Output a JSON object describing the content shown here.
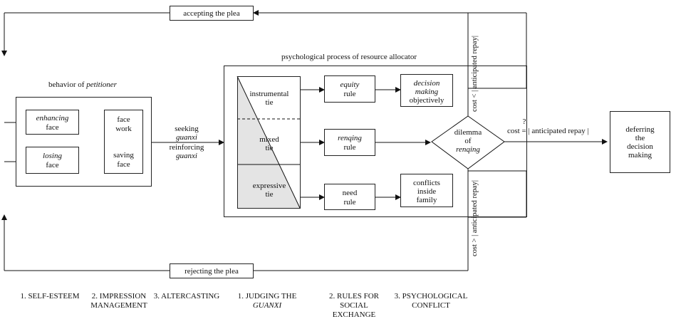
{
  "feedback": {
    "accept_label": "accepting the plea",
    "reject_label": "rejecting the plea"
  },
  "petitioner": {
    "title_prefix": "behavior of ",
    "title_em": "petitioner",
    "enhancing_em": "enhancing",
    "enhancing_rest": "face",
    "losing_em": "losing",
    "losing_rest": "face",
    "face_work_1": "face",
    "face_work_2": "work",
    "saving_face_1": "saving",
    "saving_face_2": "face"
  },
  "guanxi_text": {
    "seeking": "seeking",
    "guanxi_1": "guanxi",
    "reinforcing": "reinforcing",
    "guanxi_2": "guanxi"
  },
  "allocator": {
    "title": "psychological process of resource allocator",
    "tie_instrumental_1": "instrumental",
    "tie_instrumental_2": "tie",
    "tie_mixed_1": "mixed",
    "tie_mixed_2": "tie",
    "tie_expressive_1": "expressive",
    "tie_expressive_2": "tie",
    "equity_em": "equity",
    "equity_rest": "rule",
    "renqing_em": "renqing",
    "renqing_rest": "rule",
    "need_1": "need",
    "need_2": "rule",
    "decision_em_1": "decision",
    "decision_em_2": "making",
    "decision_rest": "objectively",
    "conflicts_1": "conflicts",
    "conflicts_2": "inside",
    "conflicts_3": "family"
  },
  "dilemma": {
    "line1": "dilemma",
    "line2": "of",
    "line3_em": "renqing"
  },
  "cost": {
    "less": "cost < | anticipated repay|",
    "equal_q": "?",
    "equal": "cost = | anticipated repay |",
    "greater": "cost > | anticipated repay|"
  },
  "deferring": {
    "line1": "deferring",
    "line2": "the",
    "line3": "decision",
    "line4": "making"
  },
  "stages": [
    {
      "line1": "1. SELF-ESTEEM",
      "line2": ""
    },
    {
      "line1": "2. IMPRESSION",
      "line2": "MANAGEMENT"
    },
    {
      "line1": "3. ALTERCASTING",
      "line2": ""
    },
    {
      "line1": "1. JUDGING THE",
      "line2": "GUANXI"
    },
    {
      "line1": "2. RULES FOR",
      "line2": "SOCIAL",
      "line3": "EXCHANGE"
    },
    {
      "line1": "3. PSYCHOLOGICAL",
      "line2": "CONFLICT"
    }
  ]
}
